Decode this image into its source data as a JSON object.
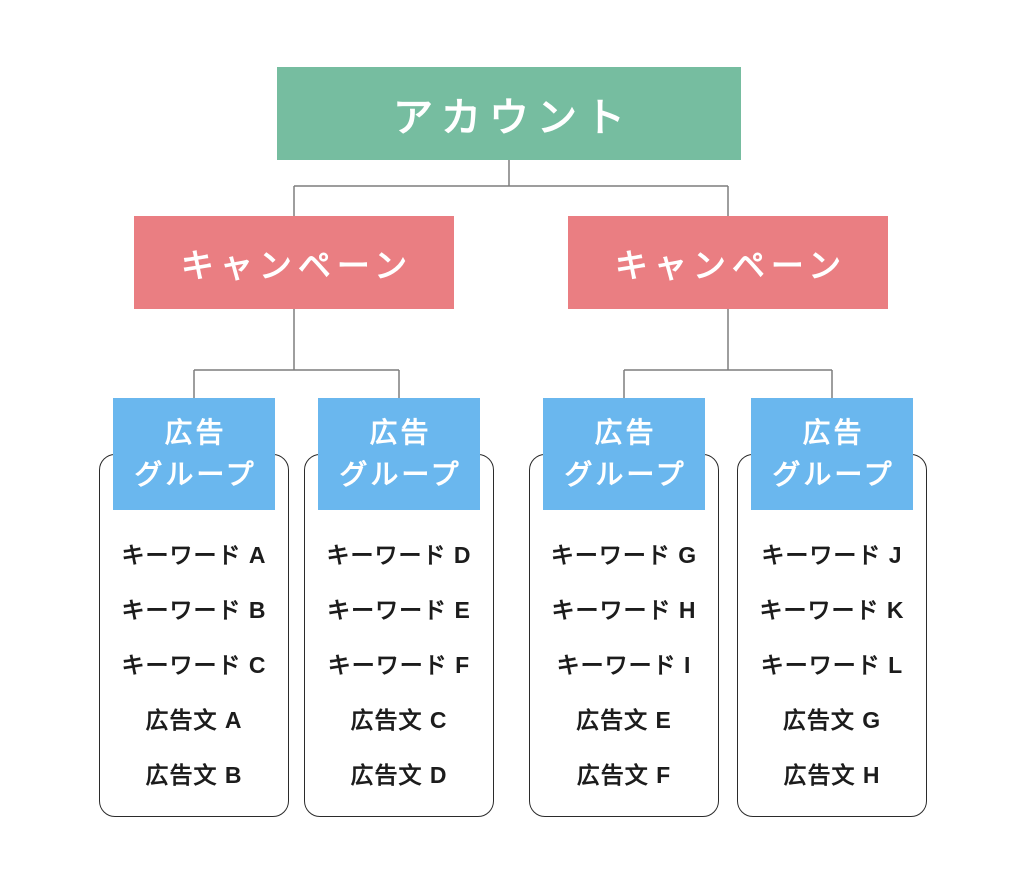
{
  "colors": {
    "account_bg": "#76bda0",
    "campaign_bg": "#ea7e82",
    "ad_group_bg": "#6ab7ee",
    "label_text": "#ffffff",
    "item_text": "#1c1c1c",
    "connector": "#7d7d7d",
    "card_border": "#2b2b2b",
    "background": "#ffffff"
  },
  "account": {
    "label": "アカウント"
  },
  "campaigns": [
    {
      "label": "キャンペーン"
    },
    {
      "label": "キャンペーン"
    }
  ],
  "ad_groups": [
    {
      "label_line1": "広告",
      "label_line2": "グループ",
      "items": [
        "キーワード A",
        "キーワード B",
        "キーワード C",
        "広告文 A",
        "広告文 B"
      ]
    },
    {
      "label_line1": "広告",
      "label_line2": "グループ",
      "items": [
        "キーワード D",
        "キーワード E",
        "キーワード F",
        "広告文 C",
        "広告文 D"
      ]
    },
    {
      "label_line1": "広告",
      "label_line2": "グループ",
      "items": [
        "キーワード G",
        "キーワード H",
        "キーワード I",
        "広告文 E",
        "広告文 F"
      ]
    },
    {
      "label_line1": "広告",
      "label_line2": "グループ",
      "items": [
        "キーワード J",
        "キーワード K",
        "キーワード L",
        "広告文 G",
        "広告文 H"
      ]
    }
  ]
}
